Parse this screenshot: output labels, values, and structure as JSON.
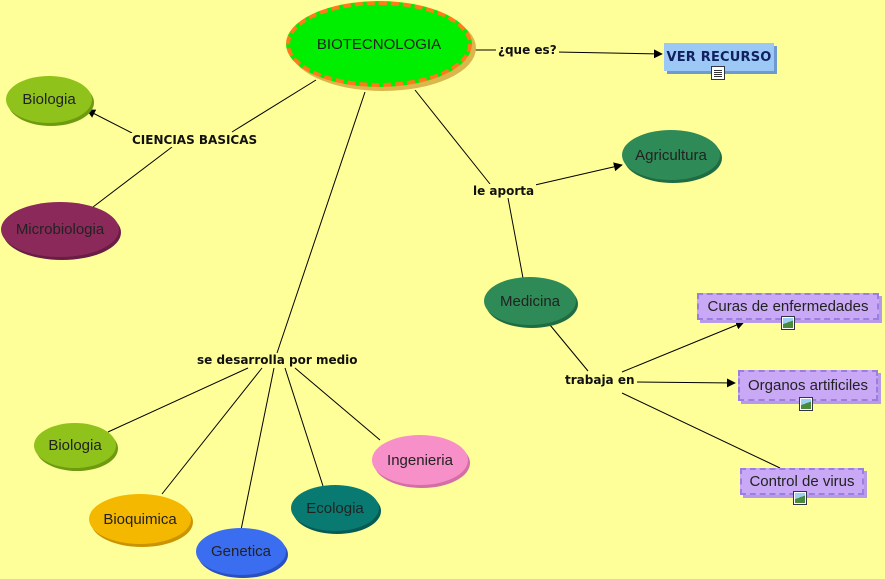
{
  "root": {
    "label": "BIOTECNOLOGIA"
  },
  "links": {
    "que_es": "¿que es?",
    "ciencias": "CIENCIAS BASICAS",
    "aporta": "le aporta",
    "trabaja": "trabaja en",
    "desarrolla": "se desarrolla por medio"
  },
  "resource": {
    "label": "VER RECURSO"
  },
  "ciencias_nodes": {
    "biologia": "Biologia",
    "microbiologia": "Microbiologia"
  },
  "aporta_nodes": {
    "agricultura": "Agricultura",
    "medicina": "Medicina"
  },
  "trabaja_nodes": {
    "curas": "Curas de enfermedades",
    "organos": "Organos artificiles",
    "control": "Control de virus"
  },
  "medio_nodes": {
    "biologia": "Biologia",
    "bioquimica": "Bioquimica",
    "genetica": "Genetica",
    "ecologia": "Ecologia",
    "ingenieria": "Ingenieria"
  },
  "colors": {
    "background": "#ffff99",
    "root_fill": "#00ee00",
    "root_border": "#ff7a1a",
    "lime": "#8fc21a",
    "maroon": "#8b2a5a",
    "green": "#2e8b57",
    "yellow": "#f5b800",
    "blue": "#3a6df0",
    "teal": "#087a72",
    "pink": "#f78fc8",
    "resource_fill": "#c9a9f5",
    "recurso_fill": "#9cc8f5"
  },
  "icons": [
    "image-icon",
    "document-icon",
    "arrow-head-icon"
  ]
}
